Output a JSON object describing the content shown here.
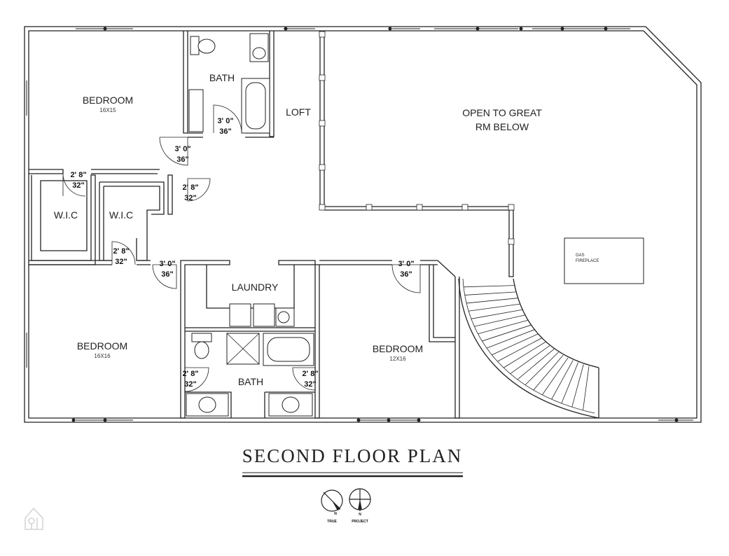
{
  "rooms": {
    "bedroom_nw": {
      "name": "BEDROOM",
      "size": "16X15"
    },
    "bath_top": {
      "name": "BATH"
    },
    "loft": {
      "name": "LOFT"
    },
    "open_great": {
      "line1": "OPEN TO GREAT",
      "line2": "RM BELOW"
    },
    "wic_1": {
      "name": "W.I.C"
    },
    "wic_2": {
      "name": "W.I.C"
    },
    "laundry": {
      "name": "LAUNDRY"
    },
    "bedroom_sw": {
      "name": "BEDROOM",
      "size": "16X16"
    },
    "bath_bottom": {
      "name": "BATH"
    },
    "bedroom_mid": {
      "name": "BEDROOM",
      "size": "12X16"
    },
    "fireplace": {
      "line1": "GAS",
      "line2": "FIREPLACE"
    }
  },
  "doors": [
    {
      "width": "3' 0\"",
      "inches": "36\""
    },
    {
      "width": "3' 0\"",
      "inches": "36\""
    },
    {
      "width": "2' 8\"",
      "inches": "32\""
    },
    {
      "width": "2' 8\"",
      "inches": "32\""
    },
    {
      "width": "2' 8\"",
      "inches": "32\""
    },
    {
      "width": "3' 0\"",
      "inches": "36\""
    },
    {
      "width": "3' 0\"",
      "inches": "36\""
    },
    {
      "width": "2' 8\"",
      "inches": "32\""
    },
    {
      "width": "2' 8\"",
      "inches": "32\""
    }
  ],
  "title": "SECOND FLOOR PLAN",
  "compass": {
    "true_label": "TRUE",
    "project_label": "PROJECT",
    "north_letter": "N"
  },
  "colors": {
    "line": "#222222",
    "background": "#ffffff",
    "watermark": "#cccccc"
  }
}
